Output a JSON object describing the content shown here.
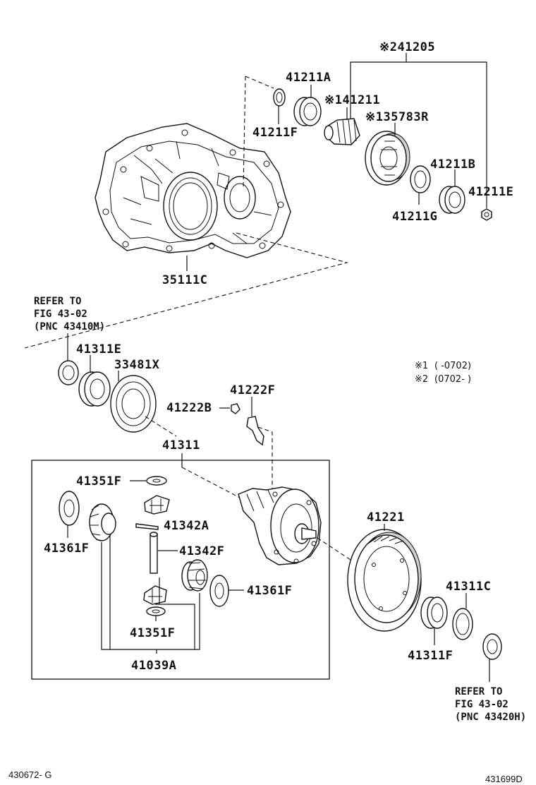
{
  "labels": {
    "p41205": "※241205",
    "p41211A": "41211A",
    "p41211": "※141211",
    "p41211F": "41211F",
    "p35783R": "※135783R",
    "p41211B": "41211B",
    "p41211E": "41211E",
    "p41211G": "41211G",
    "p35111C": "35111C",
    "p41311E": "41311E",
    "p33481X": "33481X",
    "p41222F": "41222F",
    "p41222B": "41222B",
    "p41311": "41311",
    "p41351F_top": "41351F",
    "p41342A": "41342A",
    "p41342F": "41342F",
    "p41361F_left": "41361F",
    "p41361F_right": "41361F",
    "p41351F_bottom": "41351F",
    "p41039A": "41039A",
    "p41221": "41221",
    "p41311C": "41311C",
    "p41311F": "41311F"
  },
  "refer_top": {
    "line1": "REFER TO",
    "line2": "FIG 43-02",
    "line3": "(PNC 43410M)"
  },
  "refer_bottom": {
    "line1": "REFER TO",
    "line2": "FIG 43-02",
    "line3": "(PNC 43420H)"
  },
  "notes": {
    "note1_mark": "※1",
    "note1_range": "(      -0702)",
    "note2_mark": "※2",
    "note2_range": "(0702-      )"
  },
  "footer": {
    "left_code": "430672- G",
    "right_code": "431699D"
  }
}
